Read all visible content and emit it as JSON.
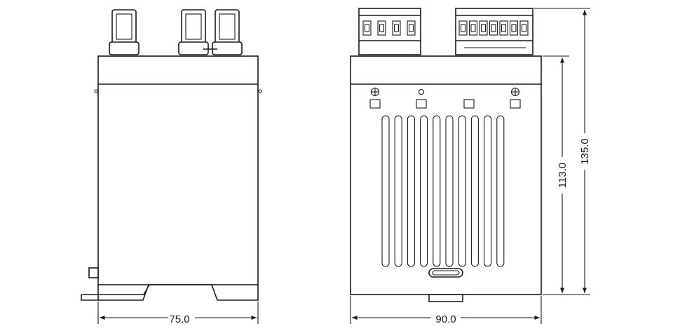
{
  "dimensions": {
    "side_width": "75.0",
    "front_width": "90.0",
    "body_height": "113.0",
    "total_height": "135.0"
  },
  "front_view": {
    "vent_slot_count": 10,
    "top_terminal_positions": {
      "left_block": 4,
      "right_block": 7
    }
  }
}
